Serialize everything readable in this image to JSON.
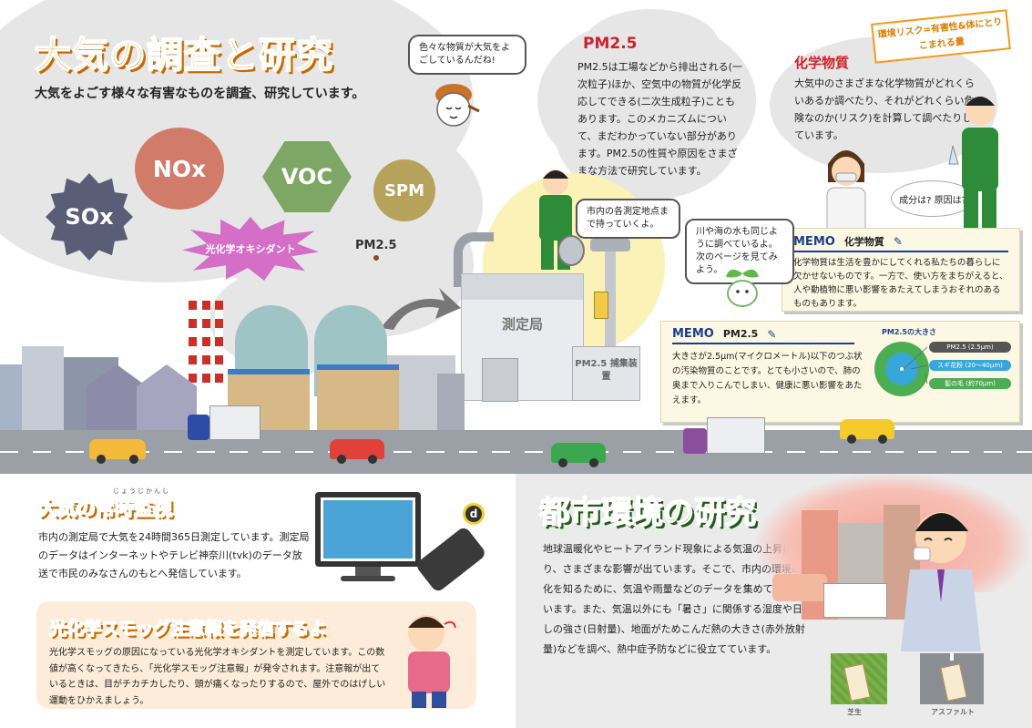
{
  "air": {
    "title": "大気の調査と研究",
    "subtitle": "大気をよごす様々な有害なものを調査、研究しています。",
    "pollutants": [
      "SOx",
      "NOx",
      "VOC",
      "SPM",
      "光化学オキシダント",
      "PM2.5"
    ],
    "speech_character": "色々な物質が大気をよごしているんだね!"
  },
  "pm25": {
    "title": "PM2.5",
    "body": "PM2.5は工場などから排出される(一次粒子)ほか、空気中の物質が化学反応してできる(二次生成粒子)こともあります。このメカニズムについて、まだわかっていない部分があります。PM2.5の性質や原因をさまざまな方法で研究しています。"
  },
  "chem": {
    "title": "化学物質",
    "tag": "環境リスク=有害性&体にとりこまれる量",
    "body": "大気中のさまざまな化学物質がどれくらいあるか調べたり、それがどれくらい危険なのか(リスク)を計算して調べたりしています。",
    "question": "成分は? 原因は?"
  },
  "station": {
    "worker_speech": "市内の各測定地点まで持っていくよ。",
    "sprout_speech": "川や海の水も同じように調べているよ。次のページを見てみよう。",
    "building_label": "測定局",
    "device_label": "PM2.5 捕集装置"
  },
  "memo_chem": {
    "label": "MEMO",
    "topic": "化学物質",
    "body": "化学物質は生活を豊かにしてくれる私たちの暮らしに欠かせないものです。一方で、使い方をまちがえると、人や動植物に悪い影響をあたえてしまうおそれのあるものもあります。"
  },
  "memo_pm": {
    "label": "MEMO",
    "topic": "PM2.5",
    "body": "大きさが2.5μm(マイクロメートル)以下のつぶ状の汚染物質のことです。とても小さいので、肺の奥まで入りこんでしまい、健康に悪い影響をあたえます。",
    "diagram_title": "PM2.5の大きさ",
    "diagram_labels": [
      "PM2.5 (2.5μm)",
      "スギ花粉 (20〜40μm)",
      "髪の毛 (約70μm)"
    ]
  },
  "monitor": {
    "title": "大気の常時監視",
    "ruby": "じょうじかんし",
    "body": "市内の測定局で大気を24時間365日測定しています。測定局のデータはインターネットやテレビ神奈川(tvk)のデータ放送で市民のみなさんのもとへ発信しています。"
  },
  "smog": {
    "title": "光化学スモッグ注意報を発信するよ",
    "body": "光化学スモッグの原因になっている光化学オキシダントを測定しています。この数値が高くなってきたら、「光化学スモッグ注意報」が発令されます。注意報が出ているときは、目がチカチカしたり、頭が痛くなったりするので、屋外でのはげしい運動をひかえましょう。"
  },
  "urban": {
    "title": "都市環境の研究",
    "body": "地球温暖化やヒートアイランド現象による気温の上昇により、さまざまな影響が出ています。そこで、市内の環境の変化を知るために、気温や雨量などのデータを集めて解析しています。また、気温以外にも「暑さ」に関係する湿度や日差しの強さ(日射量)、地面がためこんだ熱の大きさ(赤外放射量)などを調べ、熱中症予防などに役立てています。",
    "surface_labels": [
      "芝生",
      "アスファルト"
    ]
  }
}
